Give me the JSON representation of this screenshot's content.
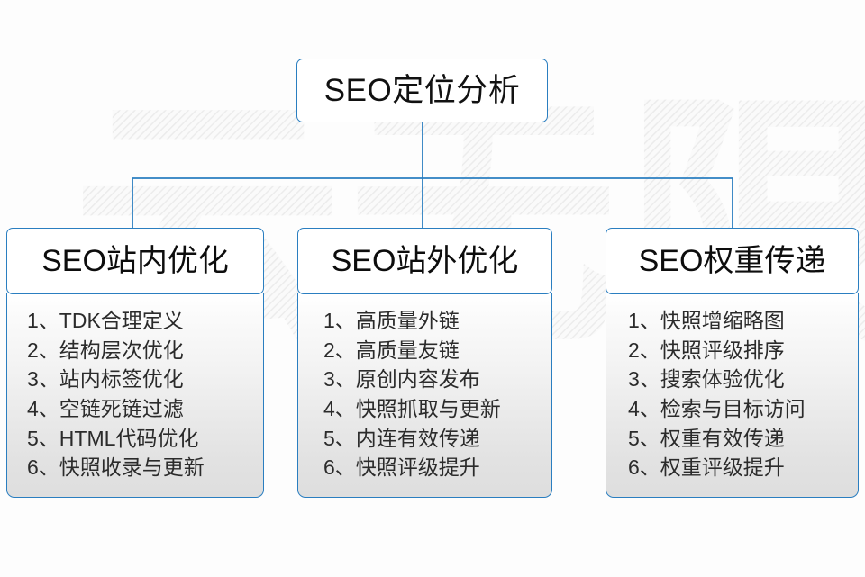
{
  "diagram": {
    "title": "SEO定位分析",
    "accent_color": "#2a7ec0",
    "background_color": "#fdfdfd",
    "watermark_text": "云无限",
    "columns": [
      {
        "header": "SEO站内优化",
        "items": [
          "1、TDK合理定义",
          "2、结构层次优化",
          "3、站内标签优化",
          "4、空链死链过滤",
          "5、HTML代码优化",
          "6、快照收录与更新"
        ]
      },
      {
        "header": "SEO站外优化",
        "items": [
          "1、高质量外链",
          "2、高质量友链",
          "3、原创内容发布",
          "4、快照抓取与更新",
          "5、内连有效传递",
          "6、快照评级提升"
        ]
      },
      {
        "header": "SEO权重传递",
        "items": [
          "1、快照增缩略图",
          "2、快照评级排序",
          "3、搜索体验优化",
          "4、检索与目标访问",
          "5、权重有效传递",
          "6、权重评级提升"
        ]
      }
    ]
  }
}
